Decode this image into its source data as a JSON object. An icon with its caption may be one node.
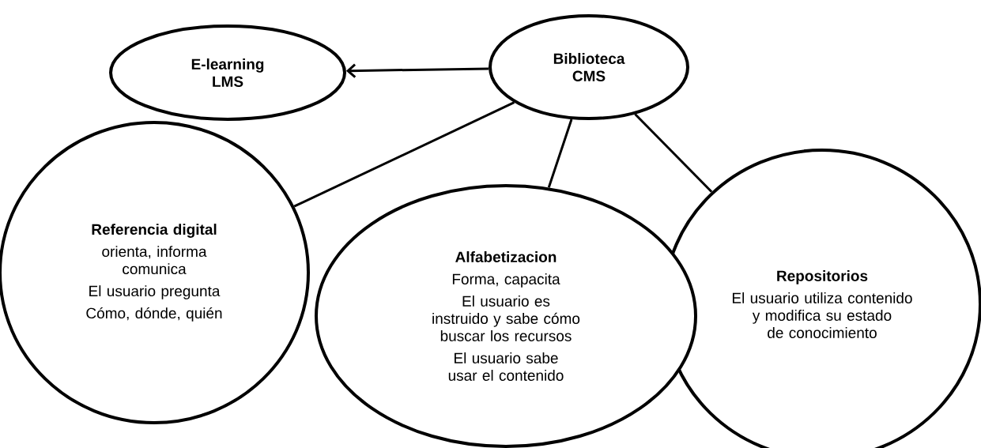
{
  "diagram": {
    "nodes": [
      {
        "text": [
          "E-learning LMS"
        ]
      },
      {
        "text": [
          "Biblioteca CMS"
        ]
      },
      {
        "text": [
          "Referencia digital",
          "orienta, informa comunica",
          "El usuario pregunta",
          "Cómo, dónde, quién"
        ]
      },
      {
        "text": [
          "Alfabetizacion",
          "Forma, capacita",
          "El usuario es instruido y sabe cómo buscar los recursos",
          "El usuario sabe usar el contenido"
        ]
      },
      {
        "text": [
          "Repositorios",
          "El usuario utiliza contenido y modifica su estado de conocimiento"
        ]
      }
    ],
    "edges": [
      {
        "from": 1,
        "to": 0,
        "arrow": "to"
      },
      {
        "from": 1,
        "to": 2,
        "arrow": "none"
      },
      {
        "from": 1,
        "to": 3,
        "arrow": "none"
      },
      {
        "from": 1,
        "to": 4,
        "arrow": "none"
      }
    ]
  }
}
